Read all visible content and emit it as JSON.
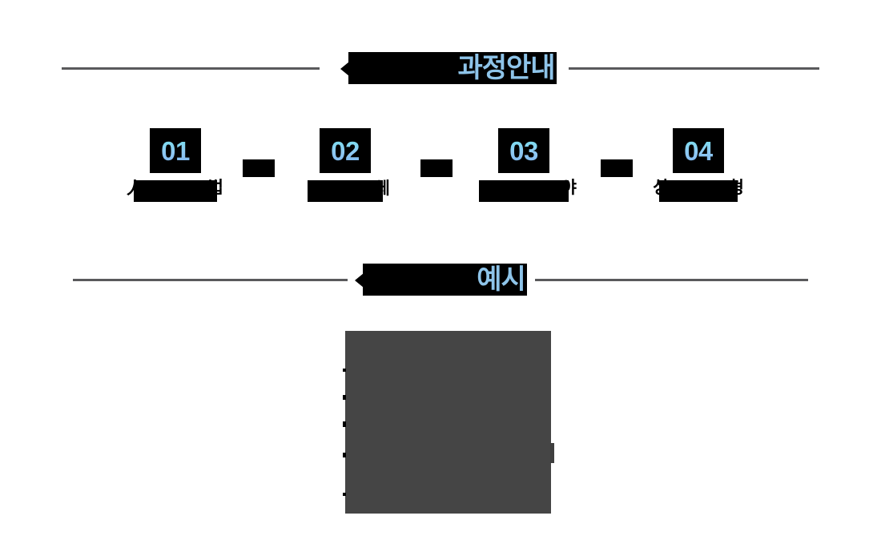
{
  "page": {
    "background_color": "#ffffff",
    "accent_color": "#8ec4e9",
    "redaction_color": "#000000",
    "rule_color": "#5a5a5c",
    "placeholder_color": "#454545"
  },
  "sections": [
    {
      "id": "course-guide",
      "heading": {
        "redacted_prefix": "",
        "visible_text": "과정안내",
        "left_rule": true,
        "right_rule": true
      }
    },
    {
      "id": "example",
      "heading": {
        "redacted_prefix": "",
        "visible_text": "예시",
        "left_rule": true,
        "right_rule": true
      }
    }
  ],
  "steps": [
    {
      "number": "01",
      "label": "",
      "label_peek_left": "人",
      "label_peek_right": "법"
    },
    {
      "number": "02",
      "label": "",
      "label_peek_left": "",
      "label_peek_right": "체"
    },
    {
      "number": "03",
      "label": "",
      "label_peek_left": "",
      "label_peek_right": "야"
    },
    {
      "number": "04",
      "label": "",
      "label_peek_left": "싱",
      "label_peek_right": "형"
    }
  ],
  "connectors": [
    {
      "symbol": ""
    },
    {
      "symbol": ""
    },
    {
      "symbol": ""
    }
  ],
  "example_image": {
    "caption": "",
    "alt": ""
  }
}
